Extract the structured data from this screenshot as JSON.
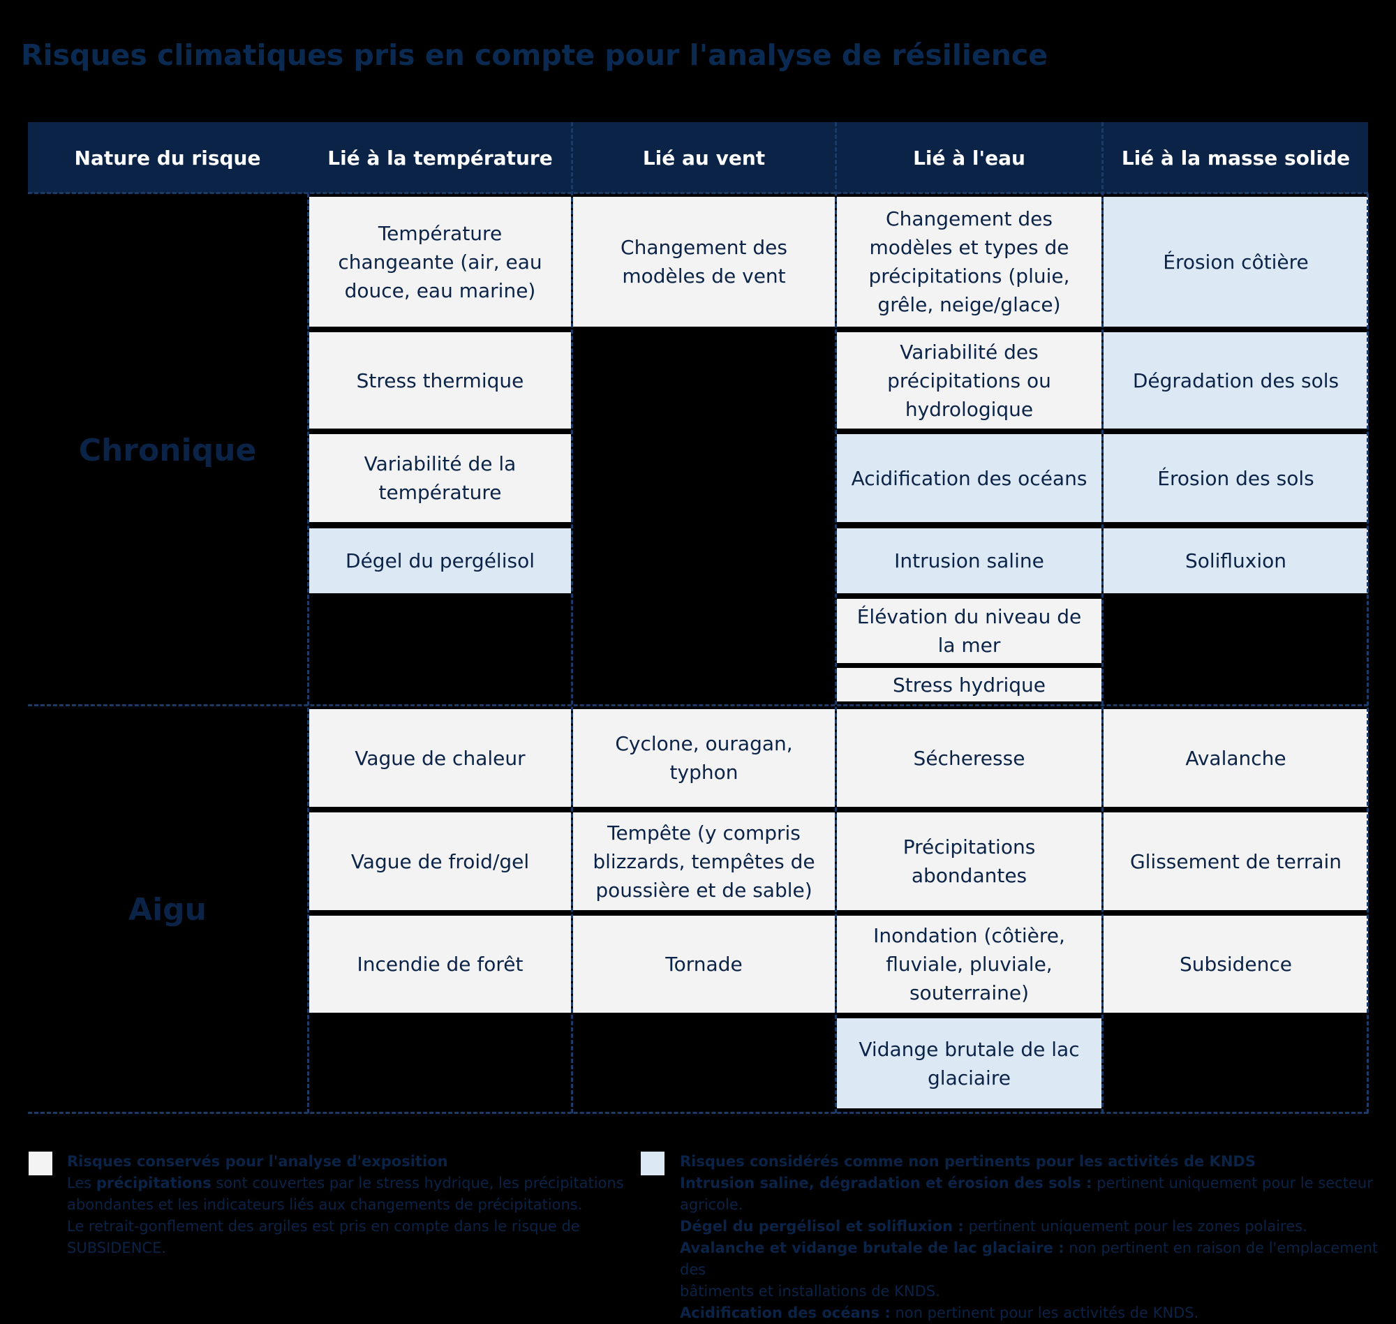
{
  "title": "Risques climatiques pris en compte pour l'analyse de résilience",
  "colors": {
    "header": "#0b2347",
    "kept": "#f3f3f3",
    "not_relevant": "#dce8f4",
    "background": "#000000"
  },
  "headers": [
    "Nature du risque",
    "Lié à la température",
    "Lié au vent",
    "Lié à l'eau",
    "Lié à la masse solide"
  ],
  "categories": {
    "chronic": "Chronique",
    "acute": "Aigu"
  },
  "cells": {
    "chronic_temp": [
      "Température changeante (air, eau douce, eau marine)",
      "Stress thermique",
      "Variabilité de la température",
      "Dégel du pergélisol"
    ],
    "chronic_wind": [
      "Changement des modèles de vent"
    ],
    "chronic_water": [
      "Changement des modèles et types de précipitations (pluie, grêle, neige/glace)",
      "Variabilité des précipitations ou hydrologique",
      "Acidification des océans",
      "Intrusion saline",
      "Élévation du niveau de la mer",
      "Stress hydrique"
    ],
    "chronic_solid": [
      "Érosion côtière",
      "Dégradation des sols",
      "Érosion des sols",
      "Solifluxion"
    ],
    "acute_temp": [
      "Vague de chaleur",
      "Vague de froid/gel",
      "Incendie de forêt"
    ],
    "acute_wind": [
      "Cyclone, ouragan, typhon",
      "Tempête (y compris blizzards, tempêtes de poussière et de sable)",
      "Tornade"
    ],
    "acute_water": [
      "Sécheresse",
      "Précipitations abondantes",
      "Inondation (côtière, fluviale, pluviale, souterraine)",
      "Vidange brutale de lac glaciaire"
    ],
    "acute_solid": [
      "Avalanche",
      "Glissement de terrain",
      "Subsidence"
    ]
  },
  "legend": {
    "kept": {
      "title": "Risques conservés pour l'analyse d'exposition",
      "l1_pre": "Les ",
      "l1_bold": "précipitations",
      "l1_post": " sont couvertes par le stress hydrique, les précipitations",
      "l2": "abondantes et les indicateurs liés aux changements de précipitations.",
      "l3": "Le retrait-gonflement des argiles est pris en compte dans le risque de SUBSIDENCE."
    },
    "not_relevant": {
      "title": "Risques considérés comme non pertinents pour les activités de KNDS",
      "n1_bold": "Intrusion saline, dégradation et érosion des sols :",
      "n1_text": " pertinent uniquement pour le secteur agricole.",
      "n2_bold": "Dégel du pergélisol et solifluxion :",
      "n2_text": " pertinent uniquement pour les zones polaires.",
      "n3_bold": "Avalanche et vidange brutale de lac glaciaire :",
      "n3_text": " non pertinent en raison de l'emplacement des",
      "n3_text2": "bâtiments et installations de KNDS.",
      "n4_bold": "Acidification des océans :",
      "n4_text": " non pertinent pour les activités de KNDS."
    }
  }
}
